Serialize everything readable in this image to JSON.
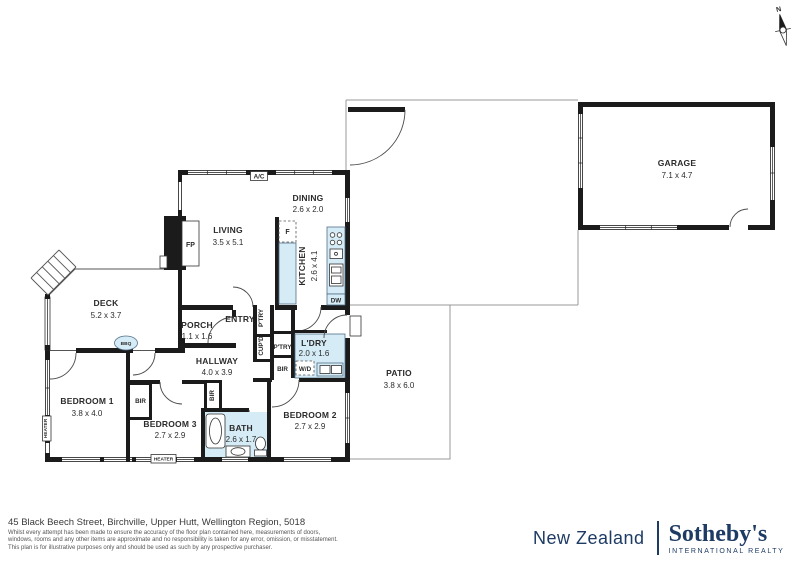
{
  "compass": {
    "label": "N"
  },
  "rooms": {
    "garage": {
      "name": "GARAGE",
      "dims": "7.1 x 4.7"
    },
    "dining": {
      "name": "DINING",
      "dims": "2.6 x 2.0"
    },
    "living": {
      "name": "LIVING",
      "dims": "3.5 x 5.1"
    },
    "kitchen": {
      "name": "KITCHEN",
      "dims": "2.6 x 4.1"
    },
    "deck": {
      "name": "DECK",
      "dims": "5.2 x 3.7"
    },
    "porch": {
      "name": "PORCH",
      "dims": "1.1 x 1.6"
    },
    "entry": {
      "name": "ENTRY"
    },
    "hallway": {
      "name": "HALLWAY",
      "dims": "4.0 x 3.9"
    },
    "laundry": {
      "name": "L'DRY",
      "dims": "2.0 x 1.6"
    },
    "bedroom1": {
      "name": "BEDROOM 1",
      "dims": "3.8 x 4.0"
    },
    "bedroom2": {
      "name": "BEDROOM 2",
      "dims": "2.7 x 2.9"
    },
    "bedroom3": {
      "name": "BEDROOM 3",
      "dims": "2.7 x 2.9"
    },
    "bath": {
      "name": "BATH",
      "dims": "2.6 x 1.7"
    },
    "patio": {
      "name": "PATIO",
      "dims": "3.8 x 6.0"
    }
  },
  "fixtures": {
    "fireplace": "FP",
    "air_conditioner": "A/C",
    "fridge": "F",
    "dishwasher": "DW",
    "bbq": "BBQ",
    "washer_dryer": "W/D",
    "pantry_tall": "P'TRY",
    "cupboard": "CUP'D",
    "pantry_small": "P'TRY",
    "bir_bedroom2": "BIR",
    "bir_bedroom3": "BIR",
    "bir_hall": "BIR",
    "heater_bottom": "HEATER",
    "heater_left": "HEATER"
  },
  "footer": {
    "address": "45 Black Beech Street, Birchville, Upper Hutt, Wellington Region, 5018",
    "disclaimer_line1": "Whilst every attempt has been made to ensure the accuracy of the floor plan contained here, measurements of doors,",
    "disclaimer_line2": "windows, rooms and any other items are approximate and no responsibility is taken for any error, omission, or misstatement.",
    "disclaimer_line3": "This plan is for illustrative purposes only and should be used as such by any prospective purchaser.",
    "brand": {
      "region": "New Zealand",
      "name": "Sotheby's",
      "subtitle": "INTERNATIONAL REALTY"
    }
  },
  "colors": {
    "wall": "#1b1b1b",
    "fixture_blue": "#d5ebf6",
    "brand_navy": "#1e3b64"
  }
}
